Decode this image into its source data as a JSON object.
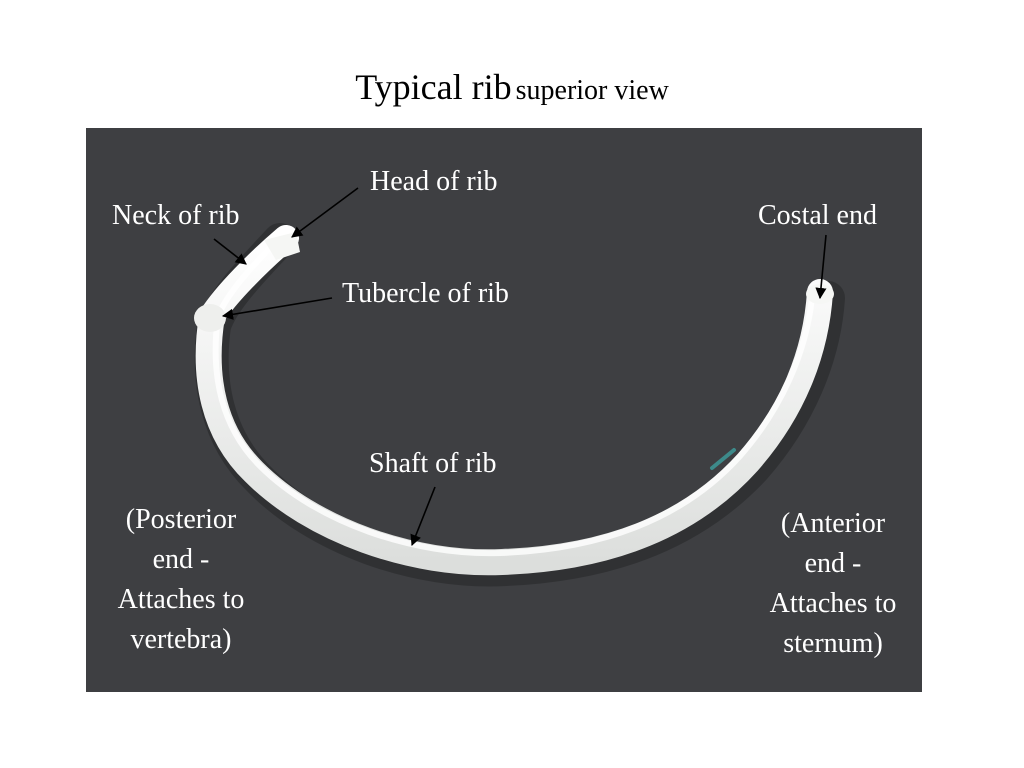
{
  "title": {
    "main": "Typical rib",
    "sub": "superior view"
  },
  "labels": {
    "head": "Head of rib",
    "neck": "Neck of rib",
    "costal_end": "Costal end",
    "tubercle": "Tubercle of rib",
    "shaft": "Shaft of rib",
    "posterior": [
      "(Posterior",
      "end -",
      "Attaches to",
      "vertebra)"
    ],
    "anterior": [
      "(Anterior",
      "end -",
      "Attaches to",
      "sternum)"
    ]
  },
  "colors": {
    "background": "#3e3f42",
    "bone": "#f3f4f2",
    "label_text": "#ffffff",
    "arrow": "#000000"
  }
}
